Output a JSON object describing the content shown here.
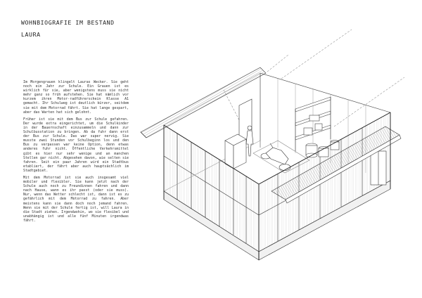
{
  "header": {
    "title": "WOHNBIOGRAFIE IM BESTAND",
    "subtitle": "LAURA"
  },
  "story": {
    "paragraphs": [
      "Im Morgengrauen klingelt Lauras Wecker. Sie geht noch ein Jahr zur Schule. Ein Grauen ist es wirklich für sie, aber wenigstens muss sie nicht mehr ganz so früh aufstehen. Sie hat nämlich vor kurzem ihren Motor-radführerschein Klasse A1 gemacht. Ihr Schulweg ist deutlich kürzer, seitdem sie mit dem Motorrad fährt. Sie hat lange gespart, aber das Warten hat sich gelohnt.",
      "Früher ist sie mit dem Bus zur Schule gefahren. Der wurde extra eingerichtet, um die Schulkinder in der Bauernschaft einzusammeln und dann zur Schulbusstation zu bringen. Ab da fuhr dann erst der Bus zur Schule. Das war super nervig. Sie musste zwei Stunden vor Schulbeginn los und den Bus zu verpassen war keine Option, denn etwas anderes fuhr nicht. Öffentliche Verkehrsmittel gibt es hier nur sehr wenige und an manchen Stellen gar nicht. Abgesehen davon, wie selten sie fahren. Seit ein paar Jahren wird ein Stadtbus etabliert, der fährt aber auch hauptsächlich im Stadtgebiet.",
      "Mit dem Motorrad ist sie auch insgesamt viel mobiler und flexibler. Sie kann jetzt nach der Schule auch noch zu Freundinnen fahren und dann nach Hause, wann es ihr passt (oder sie muss). Nur, wenn das Wetter schlecht ist, dann ist es zu gefährlich mit dem Motorrad zu fahren. Aber meistens kann sie dann doch noch jemand fahren. Wenn sie mit der Schule fertig ist, will Laura in die Stadt ziehen. Irgendwohin, wo sie flexibel und unabhängig ist und alle fünf Minuten irgendwas fährt."
    ]
  },
  "drawing": {
    "line_color": "#333333",
    "hatch_color": "#888888",
    "accent_color": "#555555"
  }
}
